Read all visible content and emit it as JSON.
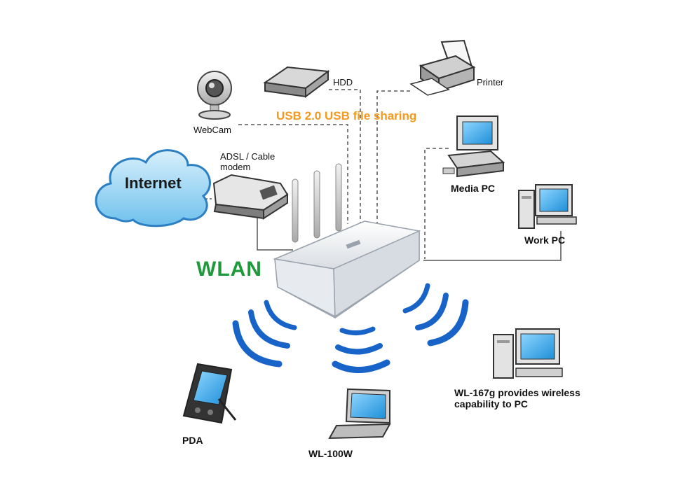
{
  "labels": {
    "internet": "Internet",
    "adsl": "ADSL / Cable",
    "modem": "modem",
    "webcam": "WebCam",
    "hdd": "HDD",
    "printer": "Printer",
    "usb_sharing": "USB 2.0 USB file sharing",
    "media_pc": "Media PC",
    "work_pc": "Work PC",
    "wlan": "WLAN",
    "wl167g_line1": "WL-167g provides wireless",
    "wl167g_line2": "capability to PC",
    "pda": "PDA",
    "wl100w": "WL-100W"
  },
  "colors": {
    "usb_label": "#f39a1e",
    "wlan_label": "#1f9a3a",
    "cloud": "#8fd0f2",
    "waves": "#1763c7",
    "screen": "#38a6e6"
  }
}
